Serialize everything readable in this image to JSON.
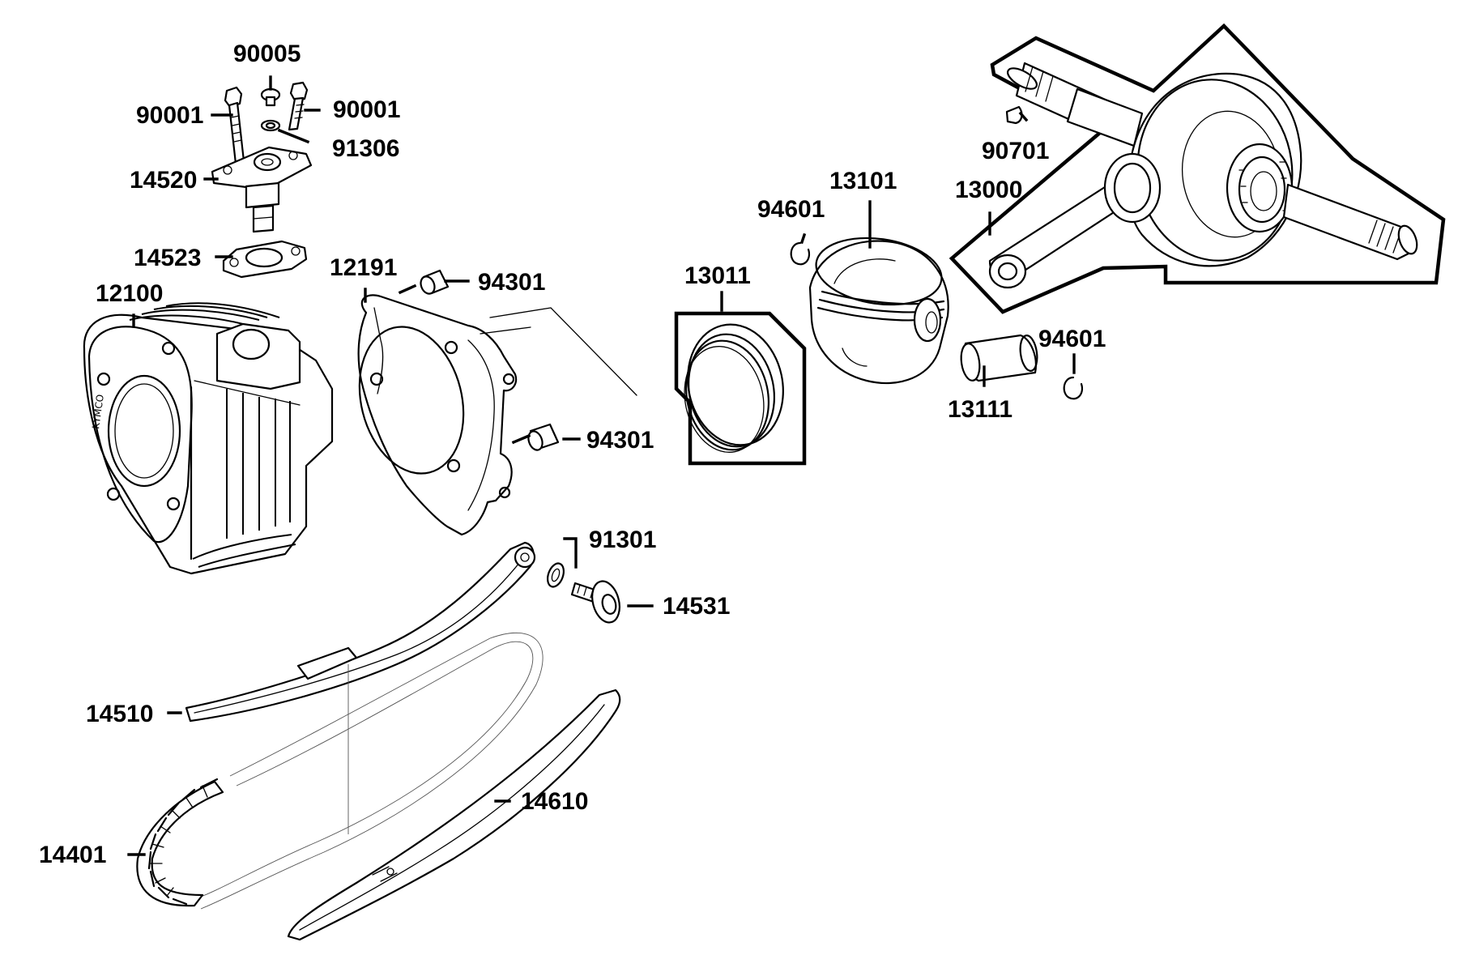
{
  "diagram": {
    "brand_mark": "KYMCO",
    "labels": {
      "l90005": "90005",
      "l90001_left": "90001",
      "l90001_right": "90001",
      "l91306": "91306",
      "l14520": "14520",
      "l14523": "14523",
      "l12100": "12100",
      "l12191": "12191",
      "l94301_top": "94301",
      "l94301_bottom": "94301",
      "l13011": "13011",
      "l94601_left": "94601",
      "l13101": "13101",
      "l90701": "90701",
      "l13000": "13000",
      "l94601_right": "94601",
      "l13111": "13111",
      "l91301": "91301",
      "l14531": "14531",
      "l14510": "14510",
      "l14610": "14610",
      "l14401": "14401"
    }
  }
}
